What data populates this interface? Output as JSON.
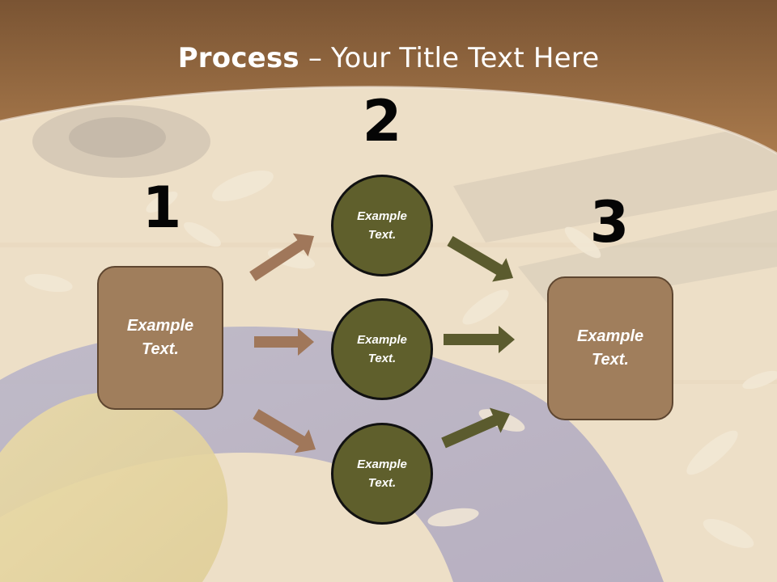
{
  "slide": {
    "title_bold": "Process",
    "title_rest": " – Your Title Text Here"
  },
  "steps": [
    "1",
    "2",
    "3"
  ],
  "boxes": [
    "Example\nText.",
    "Example\nText."
  ],
  "circles": [
    "Example\nText.",
    "Example\nText.",
    "Example\nText."
  ],
  "colors": {
    "header": "#8a6038",
    "box_fill": "#a07e5c",
    "circle_fill": "#5f5f2c",
    "arrow_brown": "#a0775a",
    "arrow_olive": "#5b5b2e"
  }
}
